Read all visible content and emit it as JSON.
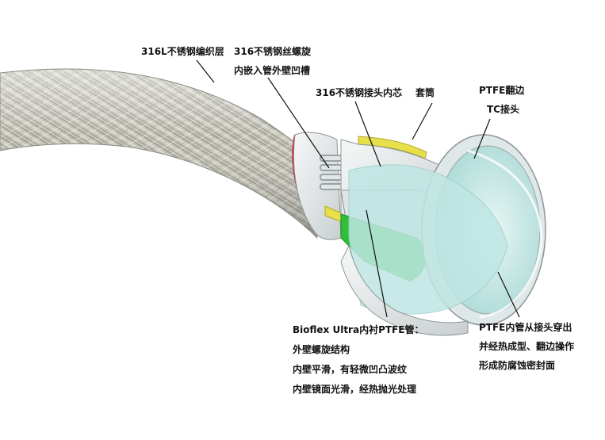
{
  "labels": {
    "braid_layer": "316L不锈钢编织层",
    "spiral_wire": [
      "316不锈钢丝螺旋",
      "内嵌入管外壁凹槽"
    ],
    "insert_core": "316不锈钢接头内芯",
    "sleeve": "套筒",
    "flange": [
      "PTFE翻边",
      "TC接头"
    ],
    "liner": [
      "Bioflex Ultra内衬PTFE管：",
      "外壁螺旋结构",
      "内壁平滑，有轻微凹凸波纹",
      "内壁镜面光滑，经热抛光处理"
    ],
    "pass_through": [
      "PTFE内管从接头穿出",
      "并经热成型、翻边操作",
      "形成防腐蚀密封面"
    ]
  },
  "colors": {
    "braid": "#b9b8ad",
    "ptfe_green": "#2fbf3a",
    "steel_cut": "#e9ecec",
    "inner_liner": "#bfe6e3",
    "sleeve_yellow": "#e8e04a",
    "outline_red": "#c8202a"
  }
}
